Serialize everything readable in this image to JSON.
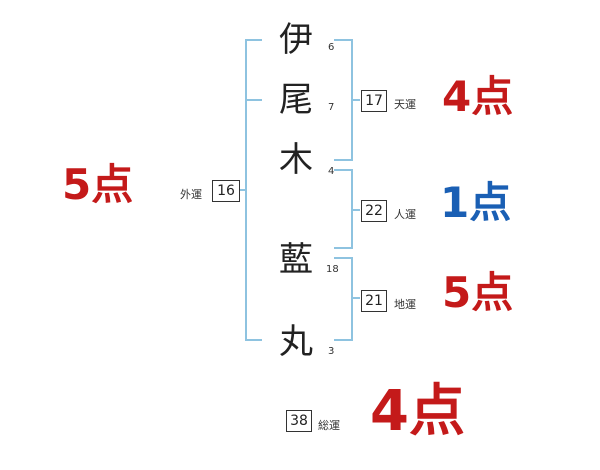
{
  "colors": {
    "bracket": "#8ec3e0",
    "good": "#c41a1a",
    "neutral": "#1a5fb4"
  },
  "name": [
    {
      "char": "伊",
      "strokes": "6"
    },
    {
      "char": "尾",
      "strokes": "7"
    },
    {
      "char": "木",
      "strokes": "4"
    },
    {
      "char": "藍",
      "strokes": "18"
    },
    {
      "char": "丸",
      "strokes": "3"
    }
  ],
  "gaiun": {
    "label": "外運",
    "value": "16",
    "score": "5点"
  },
  "tenun": {
    "label": "天運",
    "value": "17",
    "score": "4点"
  },
  "jinun": {
    "label": "人運",
    "value": "22",
    "score": "1点"
  },
  "chiun": {
    "label": "地運",
    "value": "21",
    "score": "5点"
  },
  "souun": {
    "label": "総運",
    "value": "38",
    "score": "4点"
  }
}
